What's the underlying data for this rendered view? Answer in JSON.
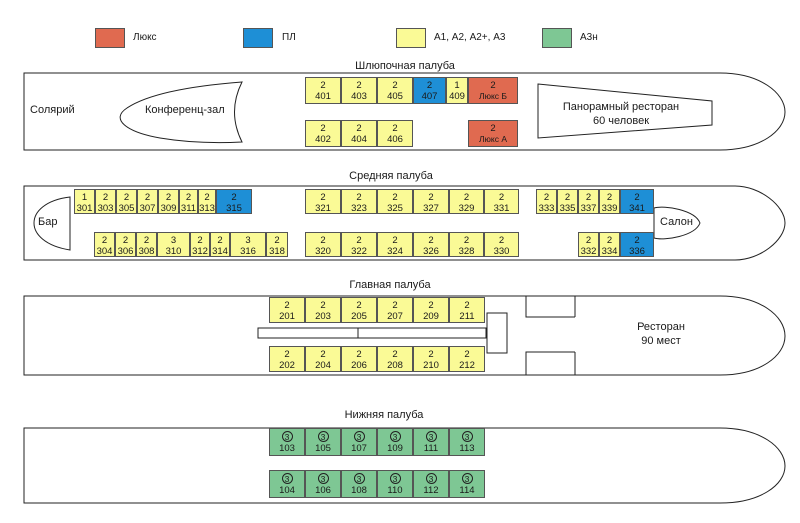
{
  "colors": {
    "lux": "#e06a50",
    "pl": "#1e8fd6",
    "a": "#fafa96",
    "a3n": "#7ec794"
  },
  "legend": [
    {
      "key": "lux",
      "label": "Люкс"
    },
    {
      "key": "pl",
      "label": "ПЛ"
    },
    {
      "key": "a",
      "label": "А1, А2, А2+, А3"
    },
    {
      "key": "a3n",
      "label": "А3н"
    }
  ],
  "decks": {
    "boat": {
      "title": "Шлюпочная палуба",
      "rooms": {
        "solarium": "Солярий",
        "conference": "Конференц-зал",
        "restaurant_line1": "Панорамный ресторан",
        "restaurant_line2": "60 человек"
      },
      "top_row": [
        {
          "cat": "2",
          "num": "401",
          "color": "a"
        },
        {
          "cat": "2",
          "num": "403",
          "color": "a"
        },
        {
          "cat": "2",
          "num": "405",
          "color": "a"
        },
        {
          "cat": "2",
          "num": "407",
          "color": "pl"
        },
        {
          "cat": "1",
          "num": "409",
          "color": "a"
        },
        {
          "cat": "2",
          "num": "Люкс Б",
          "color": "lux"
        }
      ],
      "bottom_row": [
        {
          "cat": "2",
          "num": "402",
          "color": "a"
        },
        {
          "cat": "2",
          "num": "404",
          "color": "a"
        },
        {
          "cat": "2",
          "num": "406",
          "color": "a"
        },
        {
          "cat": "2",
          "num": "Люкс А",
          "color": "lux"
        }
      ]
    },
    "middle": {
      "title": "Средняя палуба",
      "rooms": {
        "bar": "Бар",
        "salon": "Салон"
      },
      "top_row": [
        {
          "cat": "1",
          "num": "301",
          "color": "a"
        },
        {
          "cat": "2",
          "num": "303",
          "color": "a"
        },
        {
          "cat": "2",
          "num": "305",
          "color": "a"
        },
        {
          "cat": "2",
          "num": "307",
          "color": "a"
        },
        {
          "cat": "2",
          "num": "309",
          "color": "a"
        },
        {
          "cat": "2",
          "num": "311",
          "color": "a"
        },
        {
          "cat": "2",
          "num": "313",
          "color": "a"
        },
        {
          "cat": "2",
          "num": "315",
          "color": "pl"
        },
        {
          "cat": "2",
          "num": "321",
          "color": "a"
        },
        {
          "cat": "2",
          "num": "323",
          "color": "a"
        },
        {
          "cat": "2",
          "num": "325",
          "color": "a"
        },
        {
          "cat": "2",
          "num": "327",
          "color": "a"
        },
        {
          "cat": "2",
          "num": "329",
          "color": "a"
        },
        {
          "cat": "2",
          "num": "331",
          "color": "a"
        },
        {
          "cat": "2",
          "num": "333",
          "color": "a"
        },
        {
          "cat": "2",
          "num": "335",
          "color": "a"
        },
        {
          "cat": "2",
          "num": "337",
          "color": "a"
        },
        {
          "cat": "2",
          "num": "339",
          "color": "a"
        },
        {
          "cat": "2",
          "num": "341",
          "color": "pl"
        }
      ],
      "bottom_row": [
        {
          "cat": "2",
          "num": "304",
          "color": "a"
        },
        {
          "cat": "2",
          "num": "306",
          "color": "a"
        },
        {
          "cat": "2",
          "num": "308",
          "color": "a"
        },
        {
          "cat": "3",
          "num": "310",
          "color": "a"
        },
        {
          "cat": "2",
          "num": "312",
          "color": "a"
        },
        {
          "cat": "2",
          "num": "314",
          "color": "a"
        },
        {
          "cat": "3",
          "num": "316",
          "color": "a"
        },
        {
          "cat": "2",
          "num": "318",
          "color": "a"
        },
        {
          "cat": "2",
          "num": "320",
          "color": "a"
        },
        {
          "cat": "2",
          "num": "322",
          "color": "a"
        },
        {
          "cat": "2",
          "num": "324",
          "color": "a"
        },
        {
          "cat": "2",
          "num": "326",
          "color": "a"
        },
        {
          "cat": "2",
          "num": "328",
          "color": "a"
        },
        {
          "cat": "2",
          "num": "330",
          "color": "a"
        },
        {
          "cat": "2",
          "num": "332",
          "color": "a"
        },
        {
          "cat": "2",
          "num": "334",
          "color": "a"
        },
        {
          "cat": "2",
          "num": "336",
          "color": "pl"
        }
      ]
    },
    "main": {
      "title": "Главная палуба",
      "rooms": {
        "restaurant_line1": "Ресторан",
        "restaurant_line2": "90 мест"
      },
      "top_row": [
        {
          "cat": "2",
          "num": "201",
          "color": "a"
        },
        {
          "cat": "2",
          "num": "203",
          "color": "a"
        },
        {
          "cat": "2",
          "num": "205",
          "color": "a"
        },
        {
          "cat": "2",
          "num": "207",
          "color": "a"
        },
        {
          "cat": "2",
          "num": "209",
          "color": "a"
        },
        {
          "cat": "2",
          "num": "211",
          "color": "a"
        }
      ],
      "bottom_row": [
        {
          "cat": "2",
          "num": "202",
          "color": "a"
        },
        {
          "cat": "2",
          "num": "204",
          "color": "a"
        },
        {
          "cat": "2",
          "num": "206",
          "color": "a"
        },
        {
          "cat": "2",
          "num": "208",
          "color": "a"
        },
        {
          "cat": "2",
          "num": "210",
          "color": "a"
        },
        {
          "cat": "2",
          "num": "212",
          "color": "a"
        }
      ]
    },
    "lower": {
      "title": "Нижняя палуба",
      "top_row": [
        {
          "cat": "3",
          "num": "103",
          "color": "a3n"
        },
        {
          "cat": "3",
          "num": "105",
          "color": "a3n"
        },
        {
          "cat": "3",
          "num": "107",
          "color": "a3n"
        },
        {
          "cat": "3",
          "num": "109",
          "color": "a3n"
        },
        {
          "cat": "3",
          "num": "111",
          "color": "a3n"
        },
        {
          "cat": "3",
          "num": "113",
          "color": "a3n"
        }
      ],
      "bottom_row": [
        {
          "cat": "3",
          "num": "104",
          "color": "a3n"
        },
        {
          "cat": "3",
          "num": "106",
          "color": "a3n"
        },
        {
          "cat": "3",
          "num": "108",
          "color": "a3n"
        },
        {
          "cat": "3",
          "num": "110",
          "color": "a3n"
        },
        {
          "cat": "3",
          "num": "112",
          "color": "a3n"
        },
        {
          "cat": "3",
          "num": "114",
          "color": "a3n"
        }
      ]
    }
  }
}
